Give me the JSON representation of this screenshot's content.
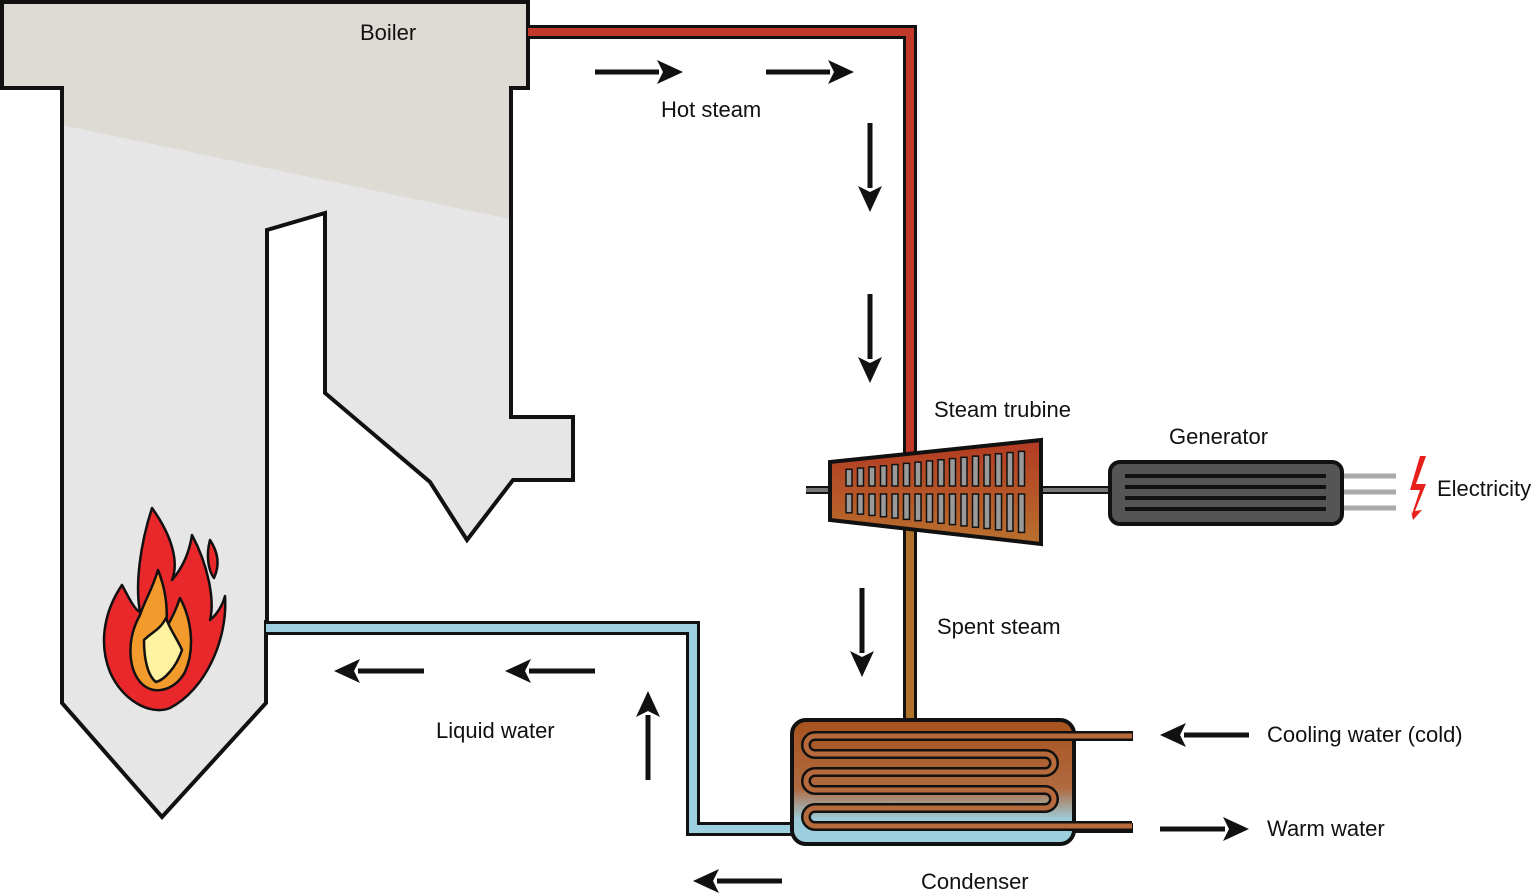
{
  "labels": {
    "boiler": "Boiler",
    "hot_steam": "Hot steam",
    "steam_turbine": "Steam trubine",
    "generator": "Generator",
    "electricity": "Electricity",
    "spent_steam": "Spent steam",
    "liquid_water": "Liquid water",
    "cooling_water": "Cooling water (cold)",
    "warm_water": "Warm water",
    "condenser": "Condenser"
  },
  "colors": {
    "hot_steam_pipe": "#c0392b",
    "spent_steam_pipe": "#b0722a",
    "liquid_water_pipe": "#9cd0e0",
    "boiler_top": "#dedad4",
    "boiler_body": "#e6e6e6",
    "turbine": "#a84a22",
    "generator": "#555555",
    "electricity_bolt": "#e8201c",
    "flame_outer": "#e8282a",
    "flame_mid": "#f39a2c",
    "flame_inner": "#fff3a0"
  },
  "icons": {
    "flow_arrow": "arrow-icon",
    "bolt": "lightning-bolt-icon",
    "flame": "flame-icon"
  }
}
